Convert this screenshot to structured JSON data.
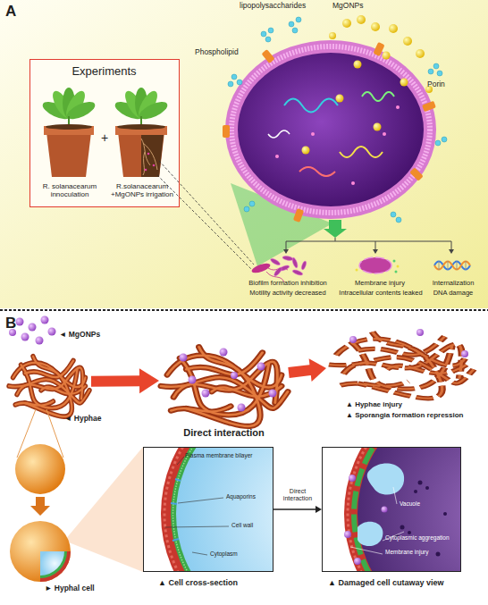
{
  "diagram": {
    "nodes": [
      {
        "text": [
          "Experiments"
        ]
      },
      {
        "text": [
          "R. solanacearum innoculation"
        ],
        "in": 0
      },
      {
        "text": [
          "R.solanacearum +MgONPs irrigation"
        ],
        "in": 0
      },
      {
        "text": [
          "◄ Hyphae"
        ]
      },
      {
        "text": [
          "Direct interaction"
        ]
      },
      {
        "text": [
          "▲ Hyphae injury",
          "▲ Sporangia formation repression"
        ]
      },
      {
        "text": [
          "► Hyphal cell"
        ]
      },
      {
        "text": [
          "Plasma membrane bilayer",
          "Aquaporins",
          "Cell wall",
          "Cytoplasm",
          "▲ Cell cross-section"
        ]
      },
      {
        "text": [
          "Vacuole",
          "Cytoplasmic aggregation",
          "Membrane injury",
          "▲ Damaged cell cutaway view"
        ]
      }
    ],
    "edges": [
      {
        "from": 3,
        "to": 4,
        "arrow": "to"
      },
      {
        "from": 4,
        "to": 5,
        "arrow": "to"
      },
      {
        "from": 7,
        "to": 8,
        "label": "Direct interaction",
        "arrow": "to"
      }
    ],
    "labels": [
      "A",
      "+",
      "lipopolysaccharides",
      "MgONPs",
      "Phospholipid",
      "Porin",
      "Biofilm formation inhibition",
      "Motility activity decreased",
      "Membrane injury",
      "Intracellular contents leaked",
      "Internalization",
      "DNA damage",
      "B",
      "◄ MgONPs"
    ]
  }
}
